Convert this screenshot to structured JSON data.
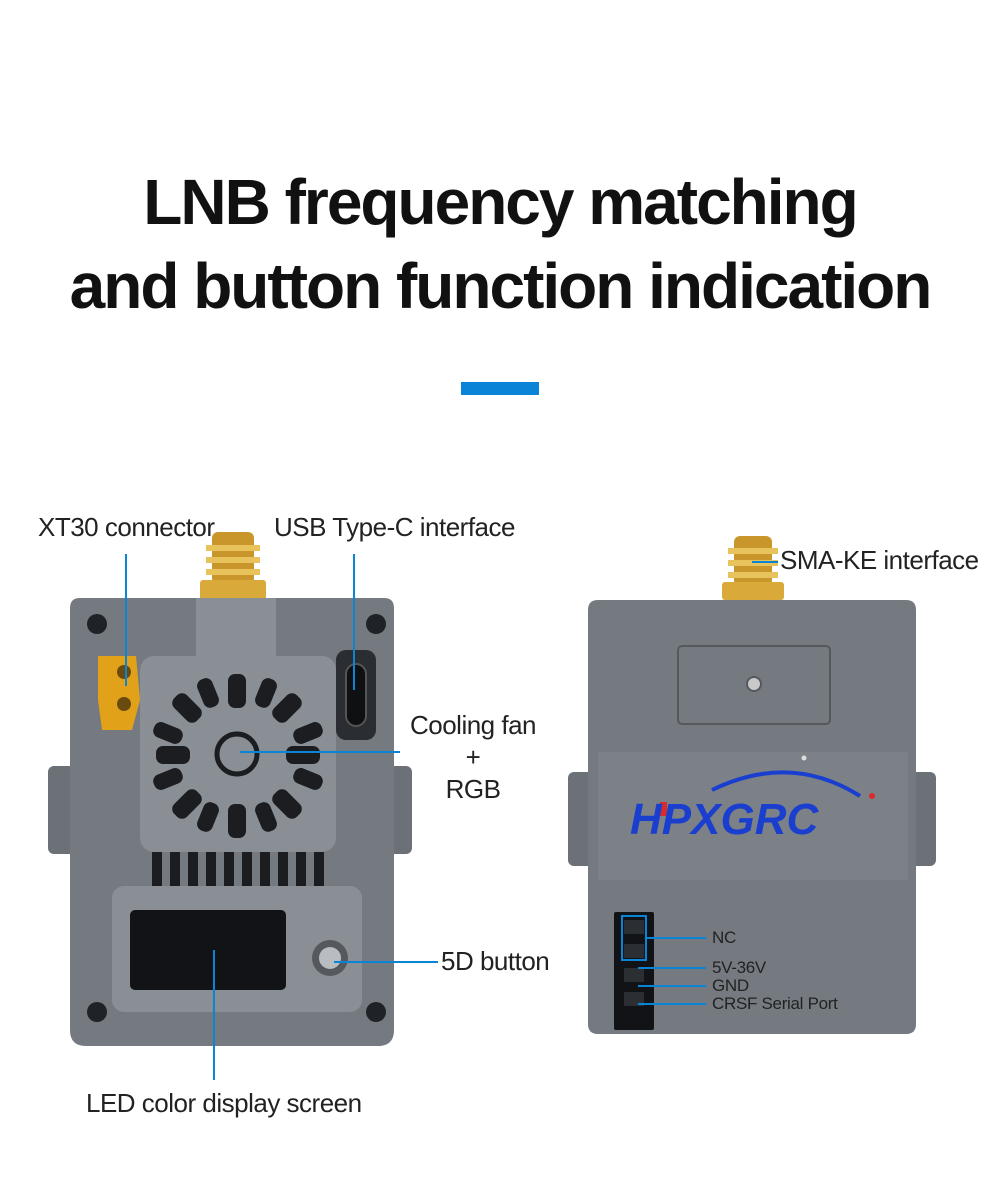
{
  "title": {
    "line1": "LNB frequency matching",
    "line2": "and button function indication"
  },
  "colors": {
    "accent": "#0a84d6",
    "device_body": "#757a80",
    "device_shell": "#8a8f95",
    "brand_blue": "#1a3fcf",
    "connector_gold": "#d9a93a",
    "xt30_yellow": "#e1a21a"
  },
  "front_view": {
    "labels": {
      "xt30": "XT30 connector",
      "usb_c": "USB Type-C interface",
      "fan_line1": "Cooling fan",
      "fan_line2": "+",
      "fan_line3": "RGB",
      "button": "5D button",
      "screen": "LED color display screen"
    }
  },
  "back_view": {
    "labels": {
      "sma": "SMA-KE interface",
      "logo": "HPXGRC",
      "pins": [
        "NC",
        "5V-36V",
        "GND",
        "CRSF Serial Port"
      ]
    }
  }
}
